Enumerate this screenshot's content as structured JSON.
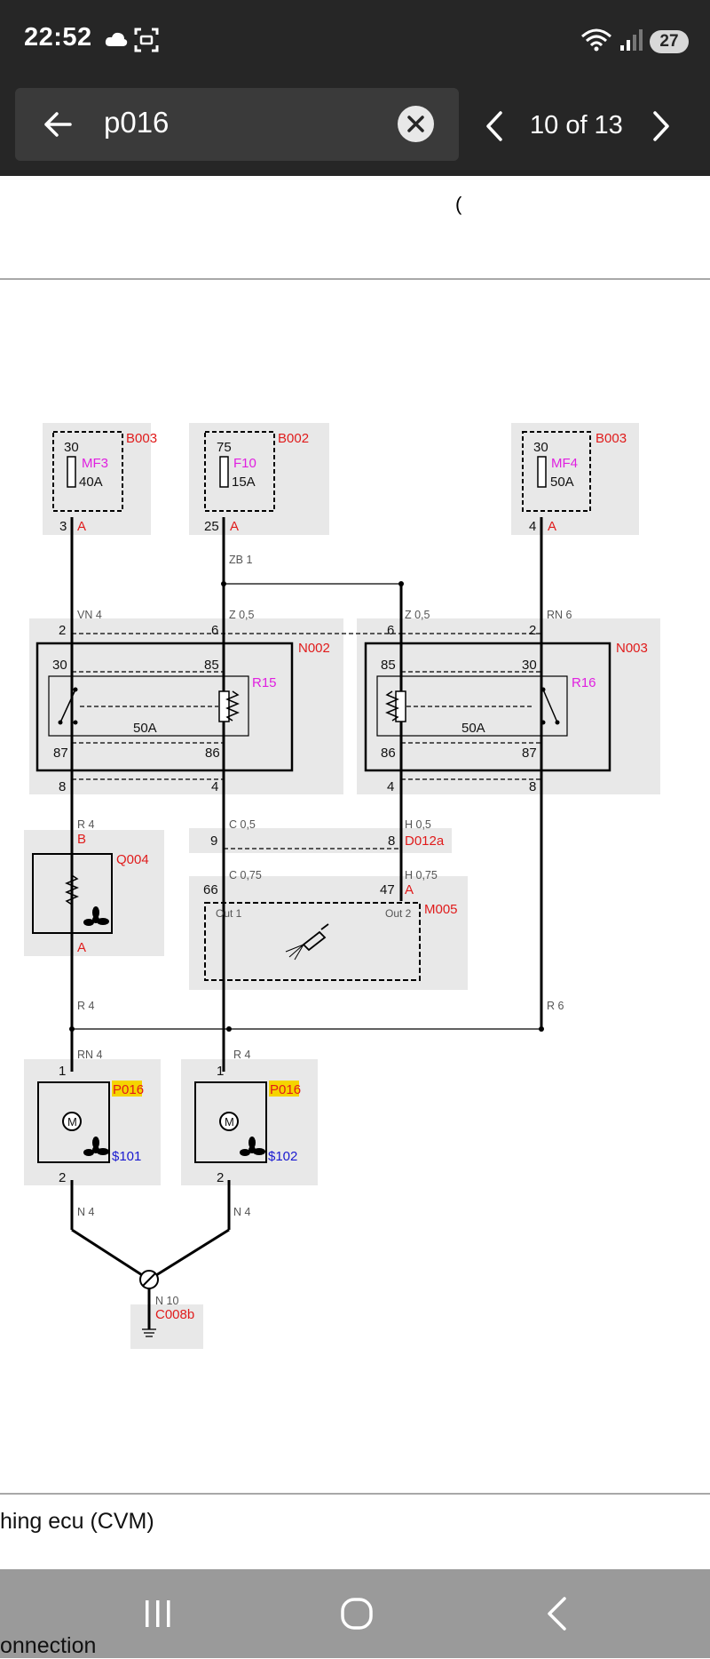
{
  "status_bar": {
    "time": "22:52",
    "battery_level": "27"
  },
  "search": {
    "query": "p016",
    "counter": "10 of 13"
  },
  "document": {
    "stray_glyph": "(",
    "caption": "hing ecu (CVM)",
    "footer_caption": "onnection"
  },
  "diagram": {
    "fuse_boxes": {
      "b003_left": {
        "code": "B003",
        "terminal": "30",
        "fuse": "MF3",
        "rating": "40A",
        "pin": "3",
        "conn": "A"
      },
      "b002": {
        "code": "B002",
        "terminal": "75",
        "fuse": "F10",
        "rating": "15A",
        "pin": "25",
        "conn": "A"
      },
      "b003_right": {
        "code": "B003",
        "terminal": "30",
        "fuse": "MF4",
        "rating": "50A",
        "pin": "4",
        "conn": "A"
      }
    },
    "wires": {
      "zb1": "ZB 1",
      "vn4": "VN 4",
      "z05_a": "Z 0,5",
      "z05_b": "Z 0,5",
      "rn6": "RN 6",
      "r4_top": "R 4",
      "c05": "C 0,5",
      "h05": "H 0,5",
      "c075": "C 0,75",
      "h075": "H 0,75",
      "r4_mid": "R 4",
      "r6": "R 6",
      "rn4": "RN 4",
      "r4_right": "R 4",
      "n4_left": "N 4",
      "n4_right": "N 4",
      "n10": "N 10"
    },
    "relays": {
      "n002": {
        "code": "N002",
        "relay": "R15",
        "rating": "50A",
        "pin_top_left": "2",
        "pin_top_right": "6",
        "t30": "30",
        "t85": "85",
        "t87": "87",
        "t86": "86",
        "pin_bottom_left": "8",
        "pin_bottom_right": "4"
      },
      "n003": {
        "code": "N003",
        "relay": "R16",
        "rating": "50A",
        "pin_top_left": "6",
        "pin_top_right": "2",
        "t85": "85",
        "t30": "30",
        "t86": "86",
        "t87": "87",
        "pin_bottom_left": "4",
        "pin_bottom_right": "8"
      }
    },
    "q004": {
      "code": "Q004",
      "conn_top": "B",
      "conn_bottom": "A"
    },
    "d012a": {
      "code": "D012a",
      "pin_left": "9",
      "pin_right": "8"
    },
    "m005": {
      "code": "M005",
      "pin_left": "66",
      "pin_right": "47",
      "conn": "A",
      "out1": "Out 1",
      "out2": "Out 2"
    },
    "fans": {
      "left": {
        "code": "P016",
        "sub": "$101",
        "pin_top": "1",
        "pin_bottom": "2",
        "motor": "M"
      },
      "right": {
        "code": "P016",
        "sub": "$102",
        "pin_top": "1",
        "pin_bottom": "2",
        "motor": "M"
      }
    },
    "ground": {
      "code": "C008b"
    }
  },
  "colors": {
    "bar_dark": "#262626",
    "component_red": "#e01b1b",
    "fuse_magenta": "#e020e0",
    "ref_blue": "#1a1ad0",
    "highlight_yellow": "#f5d400"
  },
  "icons": {
    "cloud": "cloud-icon",
    "screenshot": "screenshot-icon",
    "wifi": "wifi-icon",
    "signal": "signal-icon",
    "back": "back-arrow-icon",
    "clear": "close-icon",
    "prev": "chevron-left-icon",
    "next": "chevron-right-icon",
    "recents": "recents-icon",
    "home": "home-icon",
    "nav_back": "nav-back-icon"
  }
}
